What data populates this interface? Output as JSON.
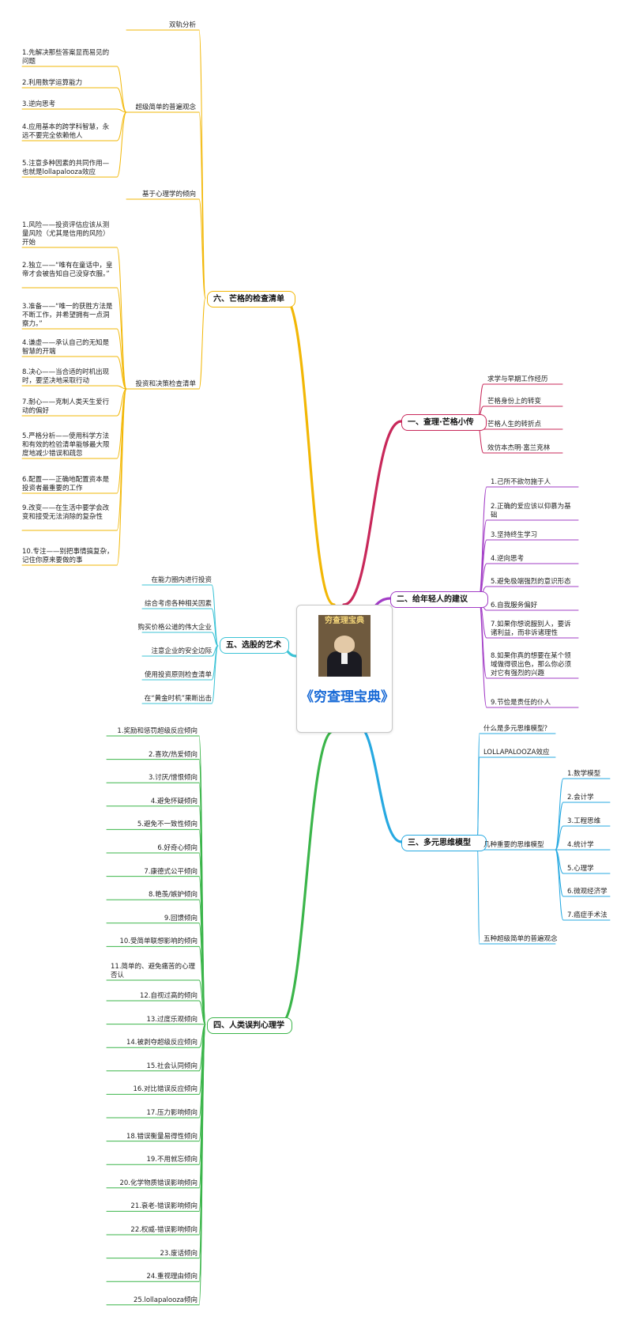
{
  "center": {
    "title": "《穷查理宝典》",
    "book_title": "穷查理宝典"
  },
  "branches": [
    {
      "id": "b1",
      "label": "一、查理·芒格小传",
      "color": "#c8285a",
      "items": [
        "求学与早期工作经历",
        "芒格身份上的转变",
        "芒格人生的转折点",
        "效仿本杰明·富兰克林"
      ]
    },
    {
      "id": "b2",
      "label": "二、给年轻人的建议",
      "color": "#a23cc6",
      "items": [
        "1.己所不欲勿施于人",
        "2.正确的爱应该以仰慕为基础",
        "3.坚持终生学习",
        "4.逆向思考",
        "5.避免极端强烈的意识形态",
        "6.自我服务偏好",
        "7.如果你想说服别人，要诉诸利益，而非诉诸理性",
        "8.如果你真的想要在某个领域做得很出色，那么你必须对它有强烈的兴趣",
        "9.节俭是责任的仆人"
      ]
    },
    {
      "id": "b3",
      "label": "三、多元思维模型",
      "color": "#27a9e1",
      "items": [
        "什么是多元思维模型？",
        "LOLLAPALOOZA效应",
        "几种重要的思维模型",
        "五种超级简单的普遍观念"
      ],
      "subitems": [
        "1.数学模型",
        "2.会计学",
        "3.工程思维",
        "4.统计学",
        "5.心理学",
        "6.微观经济学",
        "7.癌症手术法"
      ]
    },
    {
      "id": "b4",
      "label": "四、人类误判心理学",
      "color": "#3bb54a",
      "items": [
        "1.奖励和惩罚超级反应倾向",
        "2.喜欢/热爱倾向",
        "3.讨厌/憎恨倾向",
        "4.避免怀疑倾向",
        "5.避免不一致性倾向",
        "6.好奇心倾向",
        "7.康德式公平倾向",
        "8.艳羡/嫉妒倾向",
        "9.回馈倾向",
        "10.受简单联想影响的倾向",
        "11.简单的、避免痛苦的心理否认",
        "12.自视过高的倾向",
        "13.过度乐观倾向",
        "14.被剥夺超级反应倾向",
        "15.社会认同倾向",
        "16.对比错误反应倾向",
        "17.压力影响倾向",
        "18.错误衡量易得性倾向",
        "19.不用就忘倾向",
        "20.化学物质错误影响倾向",
        "21.衰老-错误影响倾向",
        "22.权威-错误影响倾向",
        "23.废话倾向",
        "24.重视理由倾向",
        "25.lollapalooza倾向"
      ]
    },
    {
      "id": "b5",
      "label": "五、选股的艺术",
      "color": "#3cc3d6",
      "items": [
        "在能力圈内进行投资",
        "综合考虑各种相关因素",
        "购买价格公道的伟大企业",
        "注意企业的安全边际",
        "使用投资原则检查清单",
        "在“黄金时机”果断出击"
      ]
    },
    {
      "id": "b6",
      "label": "六、芒格的检查清单",
      "color": "#f2b705",
      "items": [
        "双轨分析",
        "超级简单的普遍观念",
        "基于心理学的倾向",
        "投资和决策检查清单"
      ],
      "sub_simple": [
        "1.先解决那些答案显而易见的问题",
        "2.利用数学运算能力",
        "3.逆向思考",
        "4.应用基本的跨学科智慧，永远不要完全依赖他人",
        "5.注意多种因素的共同作用—也就是lollapalooza效应"
      ],
      "sub_checklist": [
        "1.风险——投资评估应该从测量风险（尤其是信用的风险）开始",
        "2.独立——“唯有在童话中，皇帝才会被告知自己没穿衣服。”",
        "3.准备——“唯一的获胜方法是不断工作，并希望拥有一点洞察力。”",
        "4.谦虚——承认自己的无知是智慧的开端",
        "8.决心——当合适的时机出现时，要坚决地采取行动",
        "7.耐心——克制人类天生爱行动的偏好",
        "5.严格分析——使用科学方法和有效的检验清单能够最大限度地减少错误和疏忽",
        "6.配置——正确地配置资本是投资者最重要的工作",
        "9.改变——在生活中要学会改变和接受无法消除的复杂性",
        "10.专注——别把事情搞复杂，记住你原来要做的事"
      ]
    }
  ]
}
